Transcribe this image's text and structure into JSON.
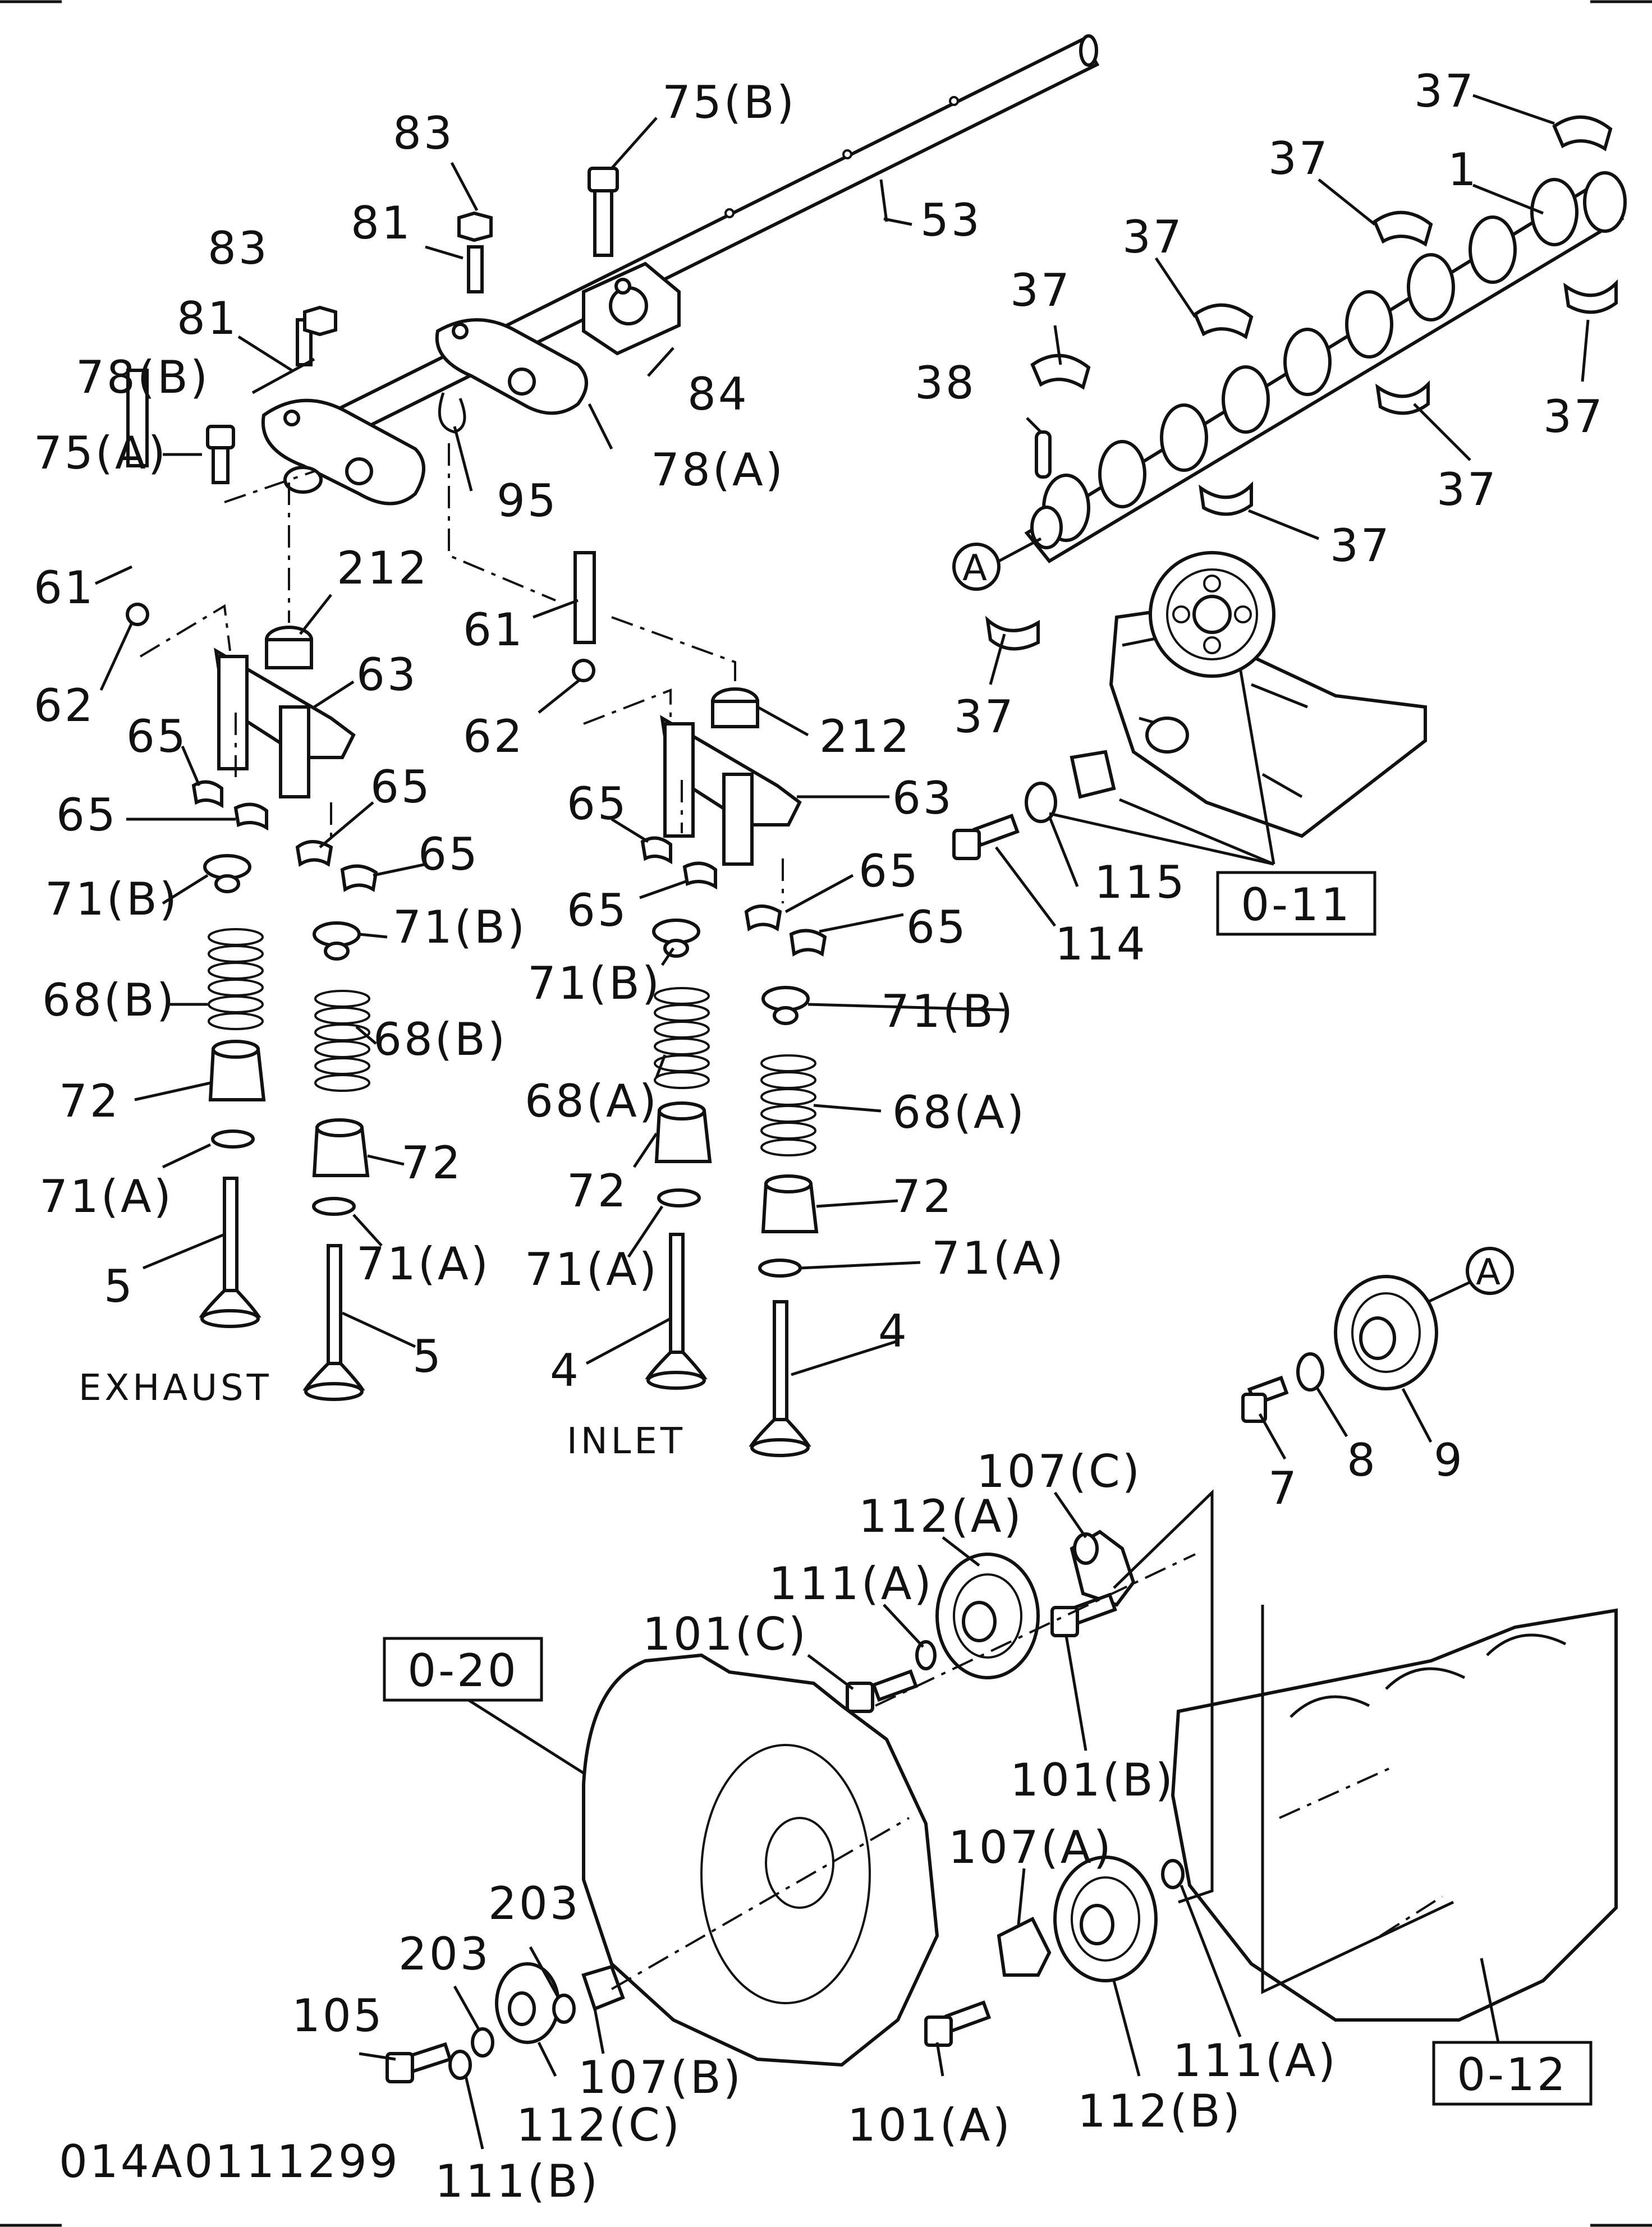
{
  "figure_code": "014A0111299",
  "notes": {
    "exhaust": "EXHAUST",
    "inlet": "INLET"
  },
  "circle_marker": "A",
  "refs": {
    "r1": "0-11",
    "r2": "0-20",
    "r3": "0-12"
  },
  "labels": [
    "75(B)",
    "83",
    "53",
    "37",
    "81",
    "83",
    "37",
    "1",
    "37",
    "81",
    "37",
    "78(B)",
    "84",
    "38",
    "75(A)",
    "78(A)",
    "37",
    "95",
    "37",
    "212",
    "37",
    "61",
    "61",
    "37",
    "62",
    "63",
    "212",
    "62",
    "65",
    "65",
    "63",
    "65",
    "65",
    "65",
    "71(B)",
    "65",
    "65",
    "71(B)",
    "65",
    "115",
    "114",
    "71(B)",
    "71(B)",
    "68(B)",
    "68(B)",
    "68(A)",
    "68(A)",
    "72",
    "72",
    "72",
    "72",
    "71(A)",
    "71(A)",
    "71(A)",
    "71(A)",
    "5",
    "5",
    "4",
    "4",
    "7",
    "8",
    "9",
    "107(C)",
    "112(A)",
    "111(A)",
    "101(C)",
    "101(B)",
    "107(A)",
    "203",
    "203",
    "105",
    "107(B)",
    "111(A)",
    "112(C)",
    "101(A)",
    "112(B)",
    "111(B)"
  ],
  "colors": {
    "ink": "#111111",
    "paper": "#ffffff"
  }
}
